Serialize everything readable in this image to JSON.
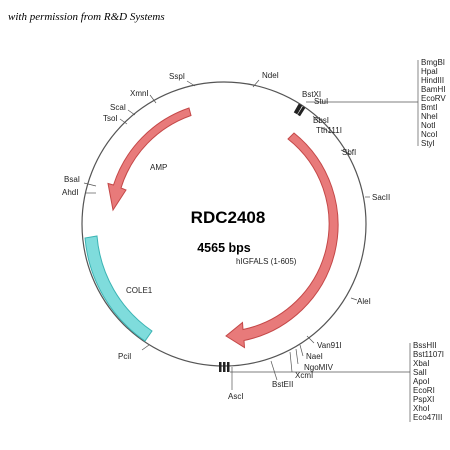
{
  "credit": "with permission from R&D Systems",
  "plasmid": {
    "name": "RDC2408",
    "size": "4565 bps"
  },
  "features": {
    "amp": "AMP",
    "igfals": "hIGFALS (1-605)",
    "cole1": "COLE1"
  },
  "sites": {
    "sspi": "SspI",
    "ndei": "NdeI",
    "xmni": "XmnI",
    "scai": "ScaI",
    "tsoi": "TsoI",
    "bstxi": "BstXI",
    "stui": "StuI",
    "bbsi": "BbsI",
    "tth111i": "Tth111I",
    "sbfi": "SbfI",
    "sacii": "SacII",
    "alei": "AleI",
    "bsai": "BsaI",
    "ahdi": "AhdI",
    "pcii": "PciI",
    "van91i": "Van91I",
    "naei": "NaeI",
    "ngomiv": "NgoMIV",
    "xcmi": "XcmI",
    "bsteii": "BstEII",
    "asci": "AscI"
  },
  "mcs_top": [
    "BmgBI",
    "HpaI",
    "HindIII",
    "BamHI",
    "EcoRV",
    "BmtI",
    "NheI",
    "NotI",
    "NcoI",
    "StyI"
  ],
  "mcs_bottom": [
    "BssHII",
    "Bst1107I",
    "XbaI",
    "SalI",
    "ApoI",
    "EcoRI",
    "PspXI",
    "XhoI",
    "Eco47III"
  ],
  "colors": {
    "arrow_fill": "#e87a7a",
    "arrow_stroke": "#c44848",
    "cole1_fill": "#7fdcdc",
    "cole1_stroke": "#3bb4b4",
    "circle": "#555555"
  }
}
